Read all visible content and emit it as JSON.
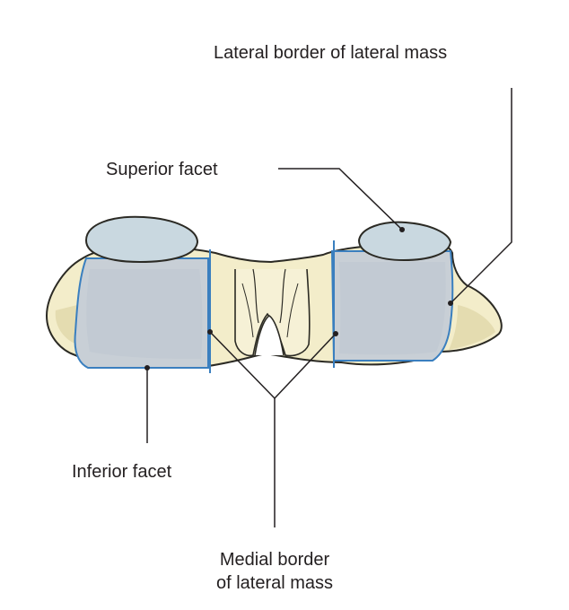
{
  "labels": {
    "lateral_border": "Lateral border of lateral mass",
    "superior_facet": "Superior facet",
    "inferior_facet": "Inferior facet",
    "medial_border_line1": "Medial border",
    "medial_border_line2": "of lateral mass"
  },
  "colors": {
    "bone_fill": "#f3edca",
    "bone_shadow": "#e2d9ad",
    "bone_outline": "#2b2a24",
    "facet_fill": "#c9d8e0",
    "facet_outline": "#3a7fbf",
    "inferior_facet_fill": "#c8cfd6",
    "leader_line": "#231f20"
  }
}
